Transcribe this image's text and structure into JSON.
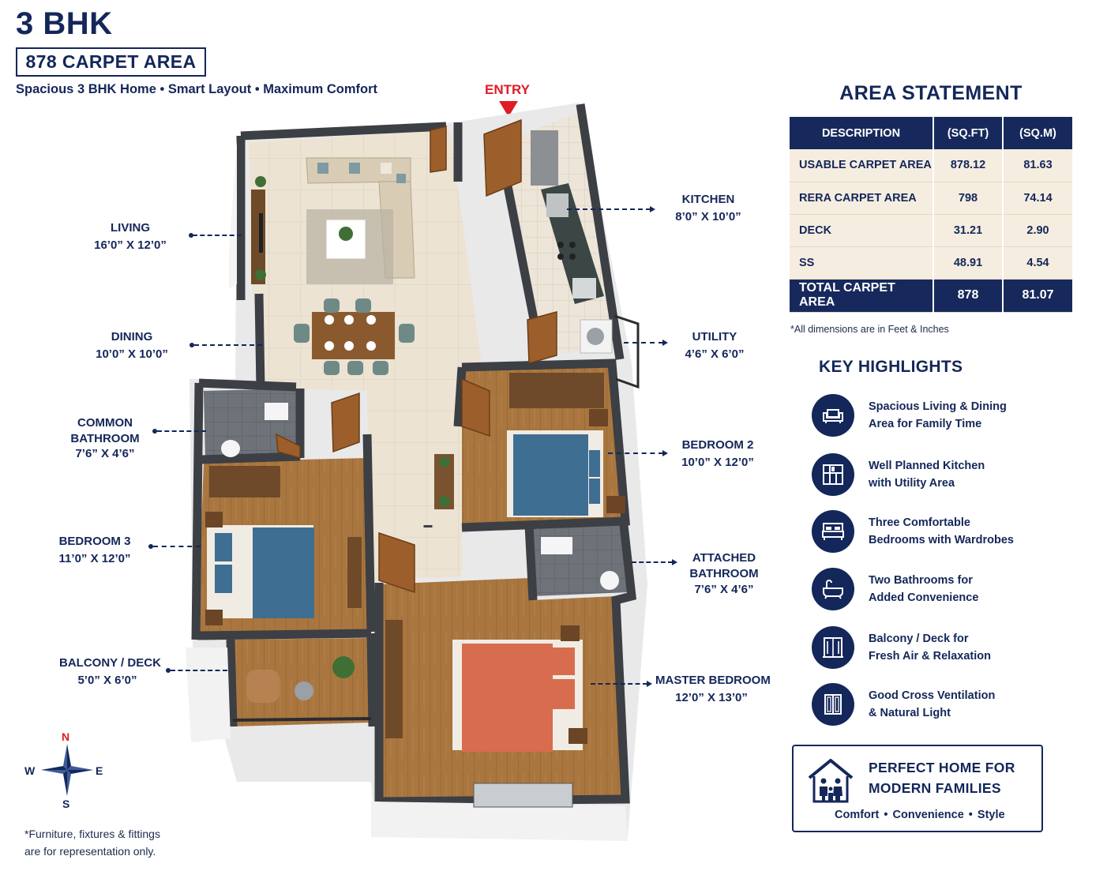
{
  "header": {
    "title": "3 BHK",
    "carpet_area": "878 CARPET AREA",
    "tagline": "Spacious 3 BHK Home • Smart Layout • Maximum Comfort"
  },
  "entry": {
    "label": "ENTRY",
    "color": "#e01b24"
  },
  "rooms": {
    "living": {
      "name": "LIVING",
      "dim": "16’0” X 12’0”"
    },
    "dining": {
      "name": "DINING",
      "dim": "10’0” X 10’0”"
    },
    "common_bath_1": {
      "name": "COMMON"
    },
    "common_bath_2": {
      "name": "BATHROOM",
      "dim": "7’6” X 4’6”"
    },
    "bedroom3": {
      "name": "BEDROOM 3",
      "dim": "11’0” X 12’0”"
    },
    "balcony": {
      "name": "BALCONY / DECK",
      "dim": "5’0” X 6’0”"
    },
    "kitchen": {
      "name": "KITCHEN",
      "dim": "8’0” X 10’0”"
    },
    "utility": {
      "name": "UTILITY",
      "dim": "4’6” X 6’0”"
    },
    "bedroom2": {
      "name": "BEDROOM 2",
      "dim": "10’0” X 12’0”"
    },
    "attached_bath_1": {
      "name": "ATTACHED"
    },
    "attached_bath_2": {
      "name": "BATHROOM",
      "dim": "7’6” X 4’6”"
    },
    "master": {
      "name": "MASTER BEDROOM",
      "dim": "12’0” X 13’0”"
    }
  },
  "area_statement": {
    "title": "AREA STATEMENT",
    "headers": [
      "DESCRIPTION",
      "(SQ.FT)",
      "(SQ.M)"
    ],
    "rows": [
      [
        "USABLE CARPET AREA",
        "878.12",
        "81.63"
      ],
      [
        "RERA CARPET AREA",
        "798",
        "74.14"
      ],
      [
        "DECK",
        "31.21",
        "2.90"
      ],
      [
        "SS",
        "48.91",
        "4.54"
      ]
    ],
    "total": [
      "TOTAL CARPET AREA",
      "878",
      "81.07"
    ],
    "note": "*All dimensions are in Feet & Inches"
  },
  "highlights": {
    "title": "KEY HIGHLIGHTS",
    "items": [
      {
        "icon": "sofa-icon",
        "line1": "Spacious Living & Dining",
        "line2": "Area for Family Time"
      },
      {
        "icon": "kitchen-cabinet-icon",
        "line1": "Well Planned Kitchen",
        "line2": "with Utility Area"
      },
      {
        "icon": "bed-icon",
        "line1": "Three Comfortable",
        "line2": "Bedrooms with Wardrobes"
      },
      {
        "icon": "bathtub-icon",
        "line1": "Two Bathrooms for",
        "line2": "Added Convenience"
      },
      {
        "icon": "balcony-door-icon",
        "line1": "Balcony / Deck for",
        "line2": "Fresh Air & Relaxation"
      },
      {
        "icon": "window-icon",
        "line1": "Good Cross Ventilation",
        "line2": "& Natural Light"
      }
    ]
  },
  "perfect_home": {
    "line1": "PERFECT HOME FOR",
    "line2": "MODERN FAMILIES",
    "tags": "Comfort  •  Convenience  •  Style"
  },
  "compass": {
    "n": "N",
    "s": "S",
    "e": "E",
    "w": "W",
    "north_color": "#e01b24"
  },
  "footnote": {
    "line1": "*Furniture, fixtures & fittings",
    "line2": "are for representation only."
  },
  "colors": {
    "navy": "#14275a",
    "table_body": "#f5ede0",
    "wall": "#3a3d42",
    "floor_tile": "#ece3d3",
    "floor_wood": "#a87445",
    "accent_red": "#e01b24"
  }
}
